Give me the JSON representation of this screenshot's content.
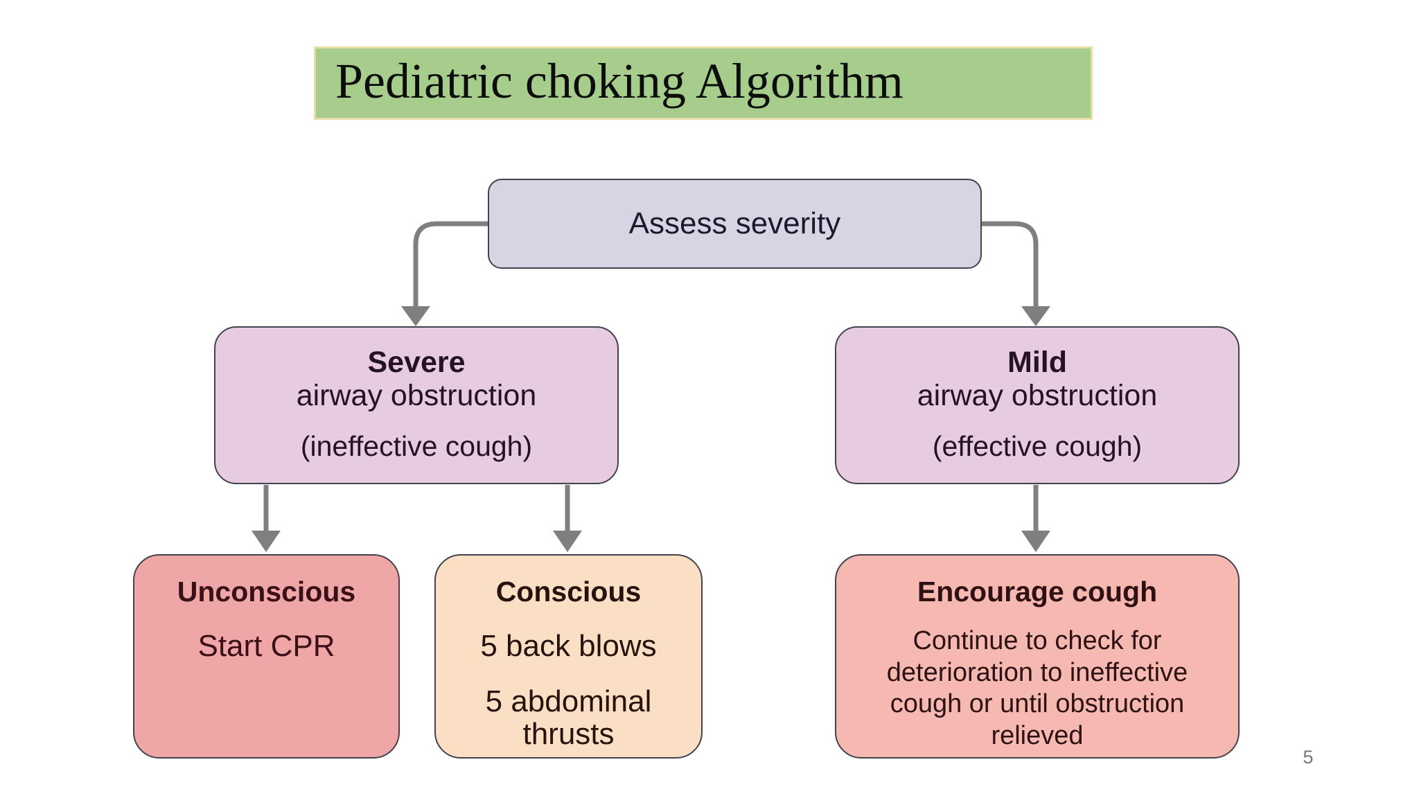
{
  "title": {
    "text": "Pediatric choking Algorithm"
  },
  "page": {
    "number": "5"
  },
  "colors": {
    "banner_bg": "#a6cd8c",
    "banner_border": "#e7dda6",
    "assess_bg": "#d8d4e3",
    "obstruction_bg": "#e7cbe1",
    "unconscious_bg": "#efa6a6",
    "conscious_bg": "#fbdfc5",
    "encourage_bg": "#f5b9b1",
    "arrow": "#7f7f7f"
  },
  "nodes": {
    "assess": {
      "label": "Assess severity"
    },
    "severe": {
      "heading": "Severe",
      "subheading": "airway obstruction",
      "note": "(ineffective cough)"
    },
    "mild": {
      "heading": "Mild",
      "subheading": "airway obstruction",
      "note": "(effective cough)"
    },
    "unconscious": {
      "heading": "Unconscious",
      "action": "Start CPR"
    },
    "conscious": {
      "heading": "Conscious",
      "action1": "5 back blows",
      "action2": "5 abdominal thrusts"
    },
    "encourage": {
      "heading": "Encourage cough",
      "detail": "Continue to check for deterioration to ineffective cough or until obstruction relieved"
    }
  }
}
